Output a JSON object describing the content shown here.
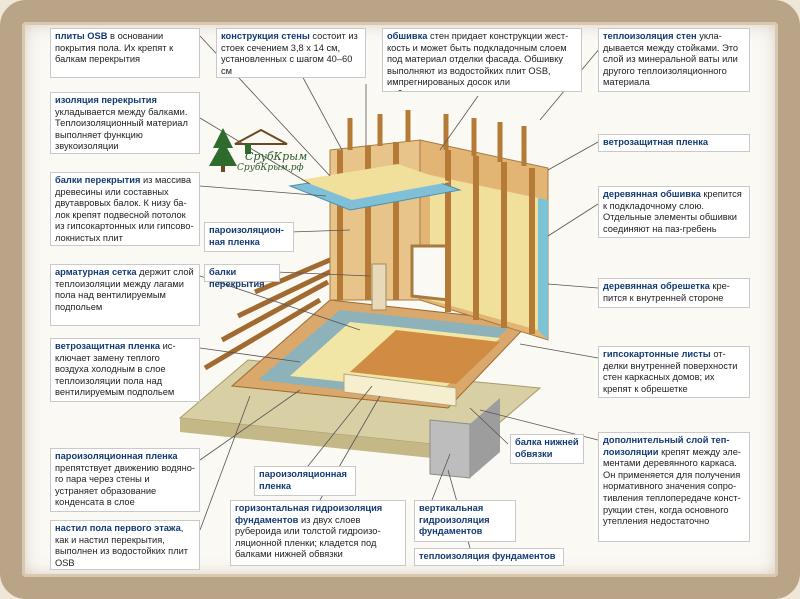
{
  "logo": {
    "brand": "СрубКрым",
    "site": "СрубКрым.рф"
  },
  "boxes": [
    {
      "title": "плиты OSB",
      "body": " в основании покры­тия пола. Их крепят к балкам перекрытия"
    },
    {
      "title": "конструкция стены",
      "body": " состоит из стоек сечением 3,8 х 14 см, уста­новленных с шагом 40–60 см"
    },
    {
      "title": "обшивка",
      "body": " стен придает конструкции жест­кость и может быть подкладочным слоем под материал отделки фасада. Обшивку вы­полняют из водостойких плит OSB, импре­гнированых досок или асбоцементных плит"
    },
    {
      "title": "теплоизоляция стен",
      "body": " укла­дывается между стойками. Это слой из минеральной ваты или другого теплоизоляционного материала"
    },
    {
      "title": "изоляция перекрытия",
      "body": " укладывается между балка­ми. Теплоизоляционный ма­териал выполняет функцию звукоизоляции"
    },
    {
      "title": "ветрозащитная пленка",
      "body": ""
    },
    {
      "title": "балки перекрытия",
      "body": " из мас­сива древесины или составных двутавровых балок. К низу ба­лок крепят подвесной потолок из гипсокартонных или гипсово­локнистых плит"
    },
    {
      "title": "деревянная обшивка",
      "body": " кре­пится к подкладочному слою. Отдельные элементы обшивки соединяют на паз-гребень"
    },
    {
      "title": "пароизоляцион­ная пленка",
      "body": ""
    },
    {
      "title": "балки перекрытия",
      "body": ""
    },
    {
      "title": "арматурная сетка",
      "body": " держит слой теплоизоляции между ла­гами пола над вентилируемым подпольем"
    },
    {
      "title": "деревянная обрешетка",
      "body": " кре­пится к внутренней стороне стоек"
    },
    {
      "title": "ветрозащитная пленка",
      "body": " ис­ключает замену теплого воздуха холодным в слое теплоизоля­ции пола над вентилируемым подпольем"
    },
    {
      "title": "гипсокартонные листы",
      "body": " от­делки внутренней поверхности стен каркасных домов; их крепят к обрешетке"
    },
    {
      "title": "балка ниж­ней обвязки",
      "body": ""
    },
    {
      "title": "дополнительный слой теп­лоизоляции",
      "body": " крепят между эле­ментами деревянного каркаса. Он применяется для получения нормативного значения сопро­тивления теплопередаче конст­рукции стен, когда основного утепления недостаточно"
    },
    {
      "title": "пароизоляционная пленка",
      "body": " препятствует движению водяно­го пара через стены и устраняет образование конденсата в слое теплоизоляции"
    },
    {
      "title": "пароизоляционная пленка",
      "body": ""
    },
    {
      "title": "настил пола первого этажа",
      "body": ", как и настил перекрытия, выпол­нен из водостойких плит OSB"
    },
    {
      "title": "горизонтальная гидроизоля­ция фундаментов",
      "body": " из двух слоев рубероида или толстой гидроизо­ляционной пленки; кладется под балками нижней обвязки"
    },
    {
      "title": "вертикальная гидроизоляция фундаментов",
      "body": ""
    },
    {
      "title": "теплоизоляция фундаментов",
      "body": ""
    }
  ]
}
